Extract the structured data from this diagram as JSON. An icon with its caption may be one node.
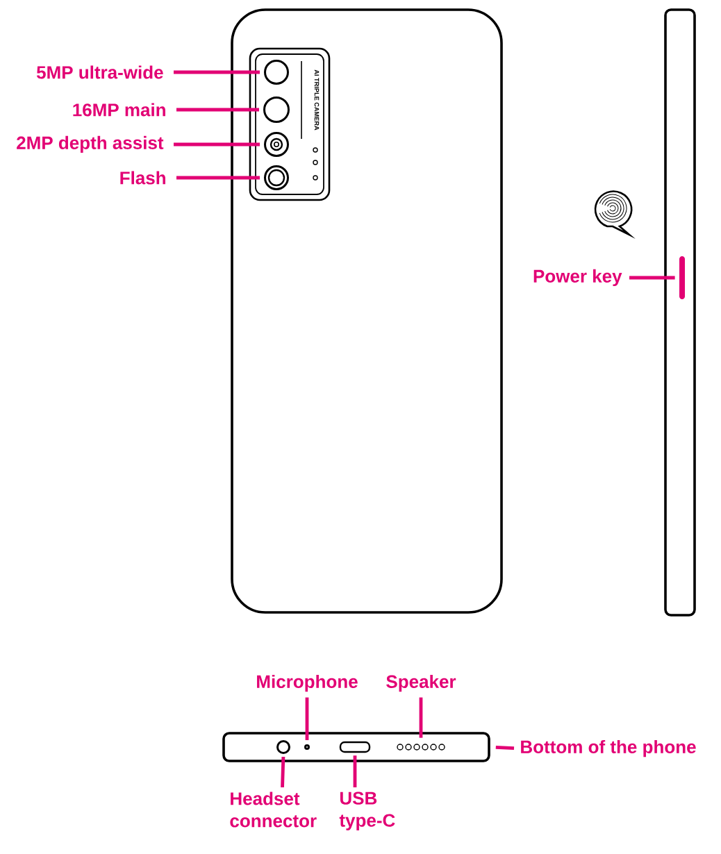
{
  "diagram": {
    "nodes": [
      {
        "text": [
          "5MP ultra-wide"
        ]
      },
      {
        "text": [
          "16MP main"
        ]
      },
      {
        "text": [
          "2MP depth assist"
        ]
      },
      {
        "text": [
          "Flash"
        ]
      },
      {
        "text": [
          "Power key"
        ]
      },
      {
        "text": [
          "Microphone"
        ]
      },
      {
        "text": [
          "Speaker"
        ]
      },
      {
        "text": [
          "Bottom of the phone"
        ]
      },
      {
        "text": [
          "Headset connector"
        ]
      },
      {
        "text": [
          "USB type-C"
        ]
      },
      {
        "text": [],
        "shape": "circle"
      },
      {
        "text": [],
        "shape": "circle"
      },
      {
        "text": [],
        "shape": "circle"
      },
      {
        "text": [],
        "shape": "circle"
      },
      {
        "text": [],
        "shape": "bar"
      },
      {
        "text": [],
        "shape": "box"
      },
      {
        "text": [],
        "shape": "circle",
        "in": 15
      },
      {
        "text": [],
        "shape": "circle",
        "in": 15
      },
      {
        "text": [],
        "shape": "box",
        "in": 15
      },
      {
        "text": [],
        "shape": "grille",
        "in": 15
      }
    ],
    "edges": [
      {
        "from": 0,
        "to": 10,
        "arrow": "none"
      },
      {
        "from": 1,
        "to": 11,
        "arrow": "none"
      },
      {
        "from": 2,
        "to": 12,
        "arrow": "none"
      },
      {
        "from": 3,
        "to": 13,
        "arrow": "none"
      },
      {
        "from": 4,
        "to": 14,
        "arrow": "none"
      },
      {
        "from": 5,
        "to": 17,
        "arrow": "none"
      },
      {
        "from": 6,
        "to": 19,
        "arrow": "none"
      },
      {
        "from": 7,
        "to": 15,
        "arrow": "none"
      },
      {
        "from": 8,
        "to": 16,
        "arrow": "none"
      },
      {
        "from": 9,
        "to": 18,
        "arrow": "none"
      }
    ],
    "labels": [
      "AI TRIPLE CAMERA"
    ]
  }
}
